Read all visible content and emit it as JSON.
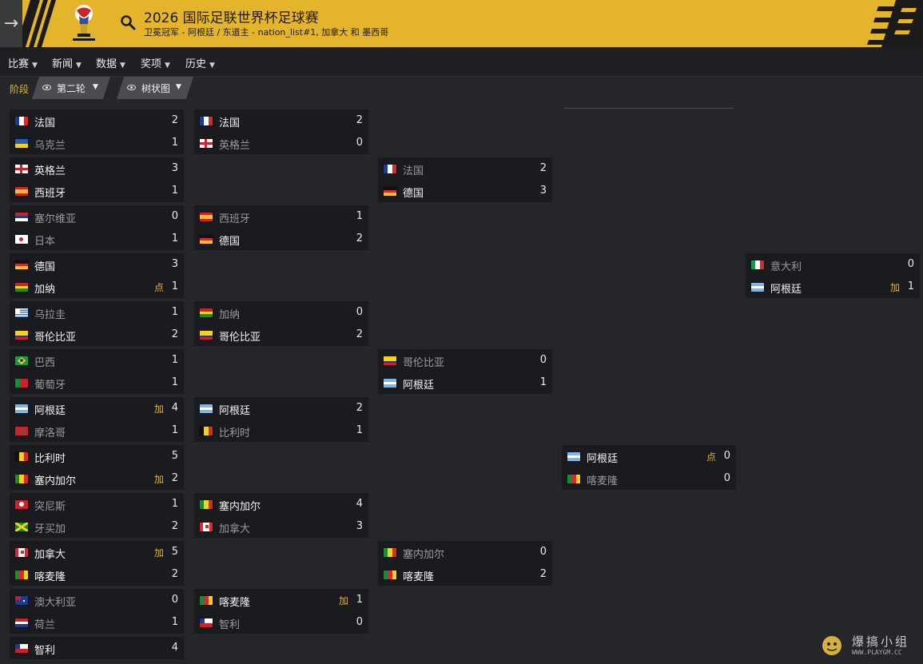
{
  "header": {
    "back_icon": "→",
    "title": "2026 国际足联世界杯足球赛",
    "subtitle": "卫冕冠军 - 阿根廷 / 东道主 - nation_list#1, 加拿大 和 墨西哥"
  },
  "nav": [
    "比赛",
    "新闻",
    "数据",
    "奖项",
    "历史"
  ],
  "filter": {
    "stage_label": "阶段",
    "round": "第二轮",
    "view": "树状图"
  },
  "colors": {
    "accent": "#e4b52b",
    "card": "#1a1b1e",
    "background": "#24262a"
  },
  "rounds": [
    {
      "matches": [
        {
          "teams": [
            {
              "name": "法国",
              "flag": "fr",
              "score": "2",
              "win": true
            },
            {
              "name": "乌克兰",
              "flag": "ua",
              "score": "1",
              "win": false
            }
          ]
        },
        {
          "teams": [
            {
              "name": "英格兰",
              "flag": "en",
              "score": "3",
              "win": true
            },
            {
              "name": "西班牙",
              "flag": "es",
              "score": "1",
              "win": true
            }
          ]
        },
        {
          "teams": [
            {
              "name": "塞尔维亚",
              "flag": "rs",
              "score": "0",
              "win": false
            },
            {
              "name": "日本",
              "flag": "jp",
              "score": "1",
              "win": false
            }
          ]
        },
        {
          "teams": [
            {
              "name": "德国",
              "flag": "de",
              "score": "3",
              "win": true
            },
            {
              "name": "加纳",
              "flag": "gh",
              "score": "1",
              "win": true,
              "note": "点"
            }
          ]
        },
        {
          "teams": [
            {
              "name": "乌拉圭",
              "flag": "uy",
              "score": "1",
              "win": false
            },
            {
              "name": "哥伦比亚",
              "flag": "co",
              "score": "2",
              "win": true
            }
          ]
        },
        {
          "teams": [
            {
              "name": "巴西",
              "flag": "br",
              "score": "1",
              "win": false
            },
            {
              "name": "葡萄牙",
              "flag": "pt",
              "score": "1",
              "win": false
            }
          ]
        },
        {
          "teams": [
            {
              "name": "阿根廷",
              "flag": "ar",
              "score": "4",
              "win": true,
              "note": "加"
            },
            {
              "name": "摩洛哥",
              "flag": "ma",
              "score": "1",
              "win": false
            }
          ]
        },
        {
          "teams": [
            {
              "name": "比利时",
              "flag": "be",
              "score": "5",
              "win": true
            },
            {
              "name": "塞内加尔",
              "flag": "sn",
              "score": "2",
              "win": true,
              "note": "加"
            }
          ]
        },
        {
          "teams": [
            {
              "name": "突尼斯",
              "flag": "tn",
              "score": "1",
              "win": false
            },
            {
              "name": "牙买加",
              "flag": "jm",
              "score": "2",
              "win": false
            }
          ]
        },
        {
          "teams": [
            {
              "name": "加拿大",
              "flag": "ca",
              "score": "5",
              "win": true,
              "note": "加"
            },
            {
              "name": "喀麦隆",
              "flag": "cm",
              "score": "2",
              "win": true
            }
          ]
        },
        {
          "teams": [
            {
              "name": "澳大利亚",
              "flag": "au",
              "score": "0",
              "win": false
            },
            {
              "name": "荷兰",
              "flag": "nl",
              "score": "1",
              "win": false
            }
          ]
        },
        {
          "teams": [
            {
              "name": "智利",
              "flag": "cl",
              "score": "4",
              "win": true
            }
          ]
        }
      ]
    },
    {
      "matches": [
        {
          "teams": [
            {
              "name": "法国",
              "flag": "fr",
              "score": "2",
              "win": true
            },
            {
              "name": "英格兰",
              "flag": "en",
              "score": "0",
              "win": false
            }
          ]
        },
        {
          "teams": [
            {
              "name": "西班牙",
              "flag": "es",
              "score": "1",
              "win": false
            },
            {
              "name": "德国",
              "flag": "de",
              "score": "2",
              "win": true
            }
          ]
        },
        {
          "teams": [
            {
              "name": "加纳",
              "flag": "gh",
              "score": "0",
              "win": false
            },
            {
              "name": "哥伦比亚",
              "flag": "co",
              "score": "2",
              "win": true
            }
          ]
        },
        {
          "teams": [
            {
              "name": "阿根廷",
              "flag": "ar",
              "score": "2",
              "win": true
            },
            {
              "name": "比利时",
              "flag": "be",
              "score": "1",
              "win": false
            }
          ]
        },
        {
          "teams": [
            {
              "name": "塞内加尔",
              "flag": "sn",
              "score": "4",
              "win": true
            },
            {
              "name": "加拿大",
              "flag": "ca",
              "score": "3",
              "win": false
            }
          ]
        },
        {
          "teams": [
            {
              "name": "喀麦隆",
              "flag": "cm",
              "score": "1",
              "win": true,
              "note": "加"
            },
            {
              "name": "智利",
              "flag": "cl",
              "score": "0",
              "win": false
            }
          ]
        }
      ]
    },
    {
      "matches": [
        {
          "teams": [
            {
              "name": "法国",
              "flag": "fr",
              "score": "2",
              "win": false
            },
            {
              "name": "德国",
              "flag": "de",
              "score": "3",
              "win": true
            }
          ]
        },
        {
          "teams": [
            {
              "name": "哥伦比亚",
              "flag": "co",
              "score": "0",
              "win": false
            },
            {
              "name": "阿根廷",
              "flag": "ar",
              "score": "1",
              "win": true
            }
          ]
        },
        {
          "teams": [
            {
              "name": "塞内加尔",
              "flag": "sn",
              "score": "0",
              "win": false
            },
            {
              "name": "喀麦隆",
              "flag": "cm",
              "score": "2",
              "win": true
            }
          ]
        }
      ]
    },
    {
      "matches": [
        {
          "teams": [
            {
              "name": "阿根廷",
              "flag": "ar",
              "score": "0",
              "win": true,
              "note": "点"
            },
            {
              "name": "喀麦隆",
              "flag": "cm",
              "score": "0",
              "win": false
            }
          ]
        }
      ]
    },
    {
      "matches": [
        {
          "teams": [
            {
              "name": "意大利",
              "flag": "it",
              "score": "0",
              "win": false
            },
            {
              "name": "阿根廷",
              "flag": "ar",
              "score": "1",
              "win": true,
              "note": "加"
            }
          ]
        }
      ]
    }
  ],
  "watermark": {
    "text": "爆搞小组",
    "url": "WWW.PLAYGM.CC"
  }
}
